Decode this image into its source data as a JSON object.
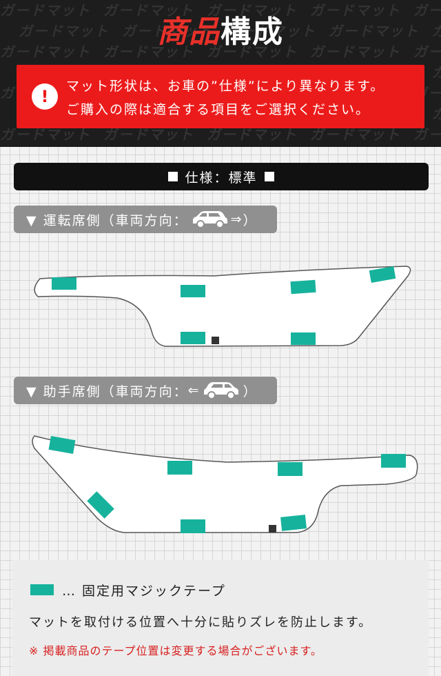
{
  "header": {
    "title_red": "商品",
    "title_white": "構成",
    "bg_pattern_text": "ガードマット",
    "alert": {
      "icon": "exclamation-icon",
      "line1": "マット形状は、お車の”仕様”により異なります。",
      "line2": "ご購入の際は適合する項目をご選択ください。"
    }
  },
  "spec": {
    "label": "仕様：標準"
  },
  "driver": {
    "label_prefix": "▼ 運転席側（車両方向：",
    "arrow": "⇒",
    "label_suffix": "）",
    "car_icon": "car-icon"
  },
  "passenger": {
    "label_prefix": "▼ 助手席側（車両方向：",
    "arrow": "⇐",
    "label_suffix": "）",
    "car_icon": "car-icon"
  },
  "legend": {
    "swatch_color": "#16b29c",
    "label": "… 固定用マジックテープ",
    "description": "マットを取付ける位置へ十分に貼りズレを防止します。",
    "note": "※ 掲載商品のテープ位置は変更する場合がございます。"
  },
  "colors": {
    "accent_red": "#ec1b1b",
    "tape": "#16b29c",
    "dark": "#1d1d1d"
  }
}
